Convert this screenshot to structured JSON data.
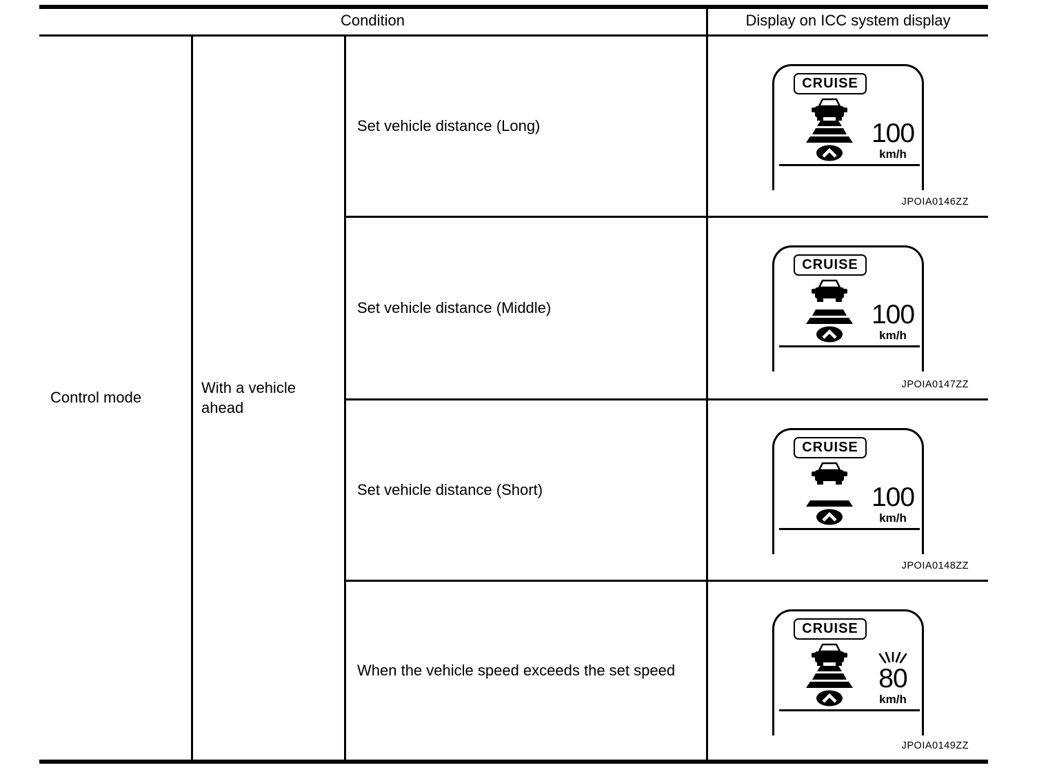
{
  "header": {
    "condition": "Condition",
    "display": "Display on ICC system display"
  },
  "span_cells": {
    "control_mode": "Control mode",
    "with_vehicle_ahead": "With a vehicle ahead"
  },
  "rows": [
    {
      "condition": "Set vehicle distance (Long)",
      "cruise": "CRUISE",
      "speed": "100",
      "unit": "km/h",
      "distance_bars": 3,
      "speed_blinking": false,
      "figure_id": "JPOIA0146ZZ"
    },
    {
      "condition": "Set vehicle distance (Middle)",
      "cruise": "CRUISE",
      "speed": "100",
      "unit": "km/h",
      "distance_bars": 2,
      "speed_blinking": false,
      "figure_id": "JPOIA0147ZZ"
    },
    {
      "condition": "Set vehicle distance (Short)",
      "cruise": "CRUISE",
      "speed": "100",
      "unit": "km/h",
      "distance_bars": 1,
      "speed_blinking": false,
      "figure_id": "JPOIA0148ZZ"
    },
    {
      "condition": "When the vehicle speed exceeds the set speed",
      "cruise": "CRUISE",
      "speed": "80",
      "unit": "km/h",
      "distance_bars": 3,
      "speed_blinking": true,
      "figure_id": "JPOIA0149ZZ"
    }
  ],
  "colors": {
    "ink": "#000000",
    "paper": "#ffffff"
  }
}
